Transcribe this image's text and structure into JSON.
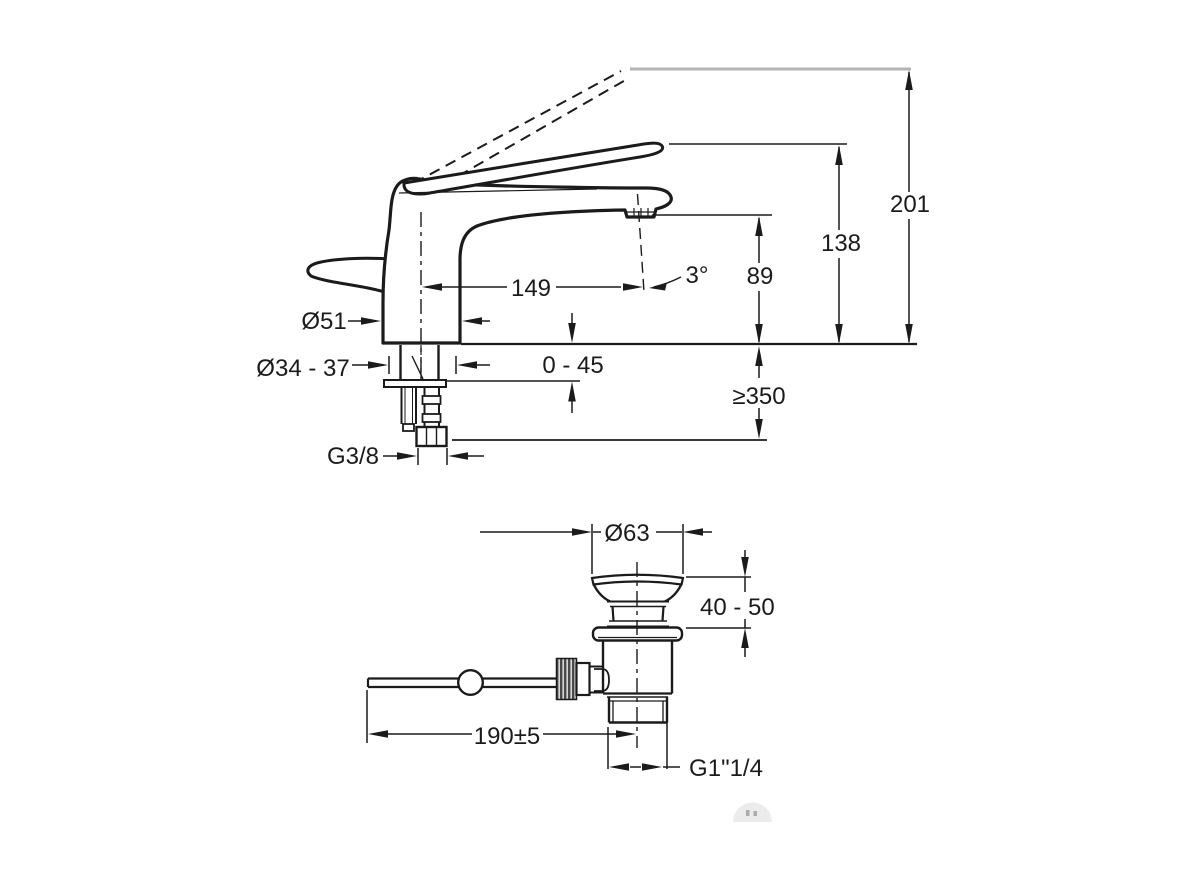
{
  "upper_view": {
    "labels": {
      "total_height": "201",
      "handle_height": "138",
      "spout_height": "89",
      "spout_reach": "149",
      "spout_angle": "3°",
      "base_diameter": "Ø51",
      "mounting_hole": "Ø34 - 37",
      "deck_thickness": "0 - 45",
      "hose_min_length": "≥350",
      "supply_thread": "G3/8"
    }
  },
  "lower_view": {
    "labels": {
      "flange_diameter": "Ø63",
      "install_depth": "40 - 50",
      "rod_length": "190±5",
      "drain_thread": "G1\"1/4"
    }
  },
  "colors": {
    "line": "#1b1b1b",
    "reference_gray": "#b3b3b3",
    "background": "#ffffff"
  }
}
